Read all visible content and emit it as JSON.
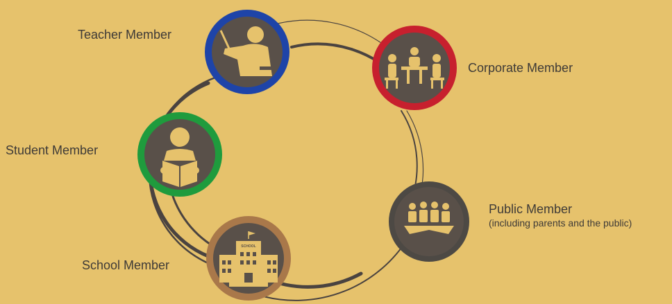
{
  "colors": {
    "background": "#e6c26c",
    "ring_lines": "#4a4340",
    "icon_fill": "#595049",
    "icon_glyph": "#e6c26c",
    "teacher": "#1e44a8",
    "corporate": "#c7202e",
    "student": "#1f9b3d",
    "school": "#a9784a",
    "public": "#4d4944"
  },
  "members": [
    {
      "id": "teacher",
      "label": "Teacher Member",
      "icon": "teacher-pointing-icon"
    },
    {
      "id": "corporate",
      "label": "Corporate Member",
      "icon": "meeting-table-icon"
    },
    {
      "id": "student",
      "label": "Student Member",
      "icon": "student-reading-icon"
    },
    {
      "id": "school",
      "label": "School Member",
      "icon": "school-building-icon",
      "sign": "SCHOOL"
    },
    {
      "id": "public",
      "label": "Public Member",
      "sublabel": "(including parents and the public)",
      "icon": "crowd-icon"
    }
  ]
}
